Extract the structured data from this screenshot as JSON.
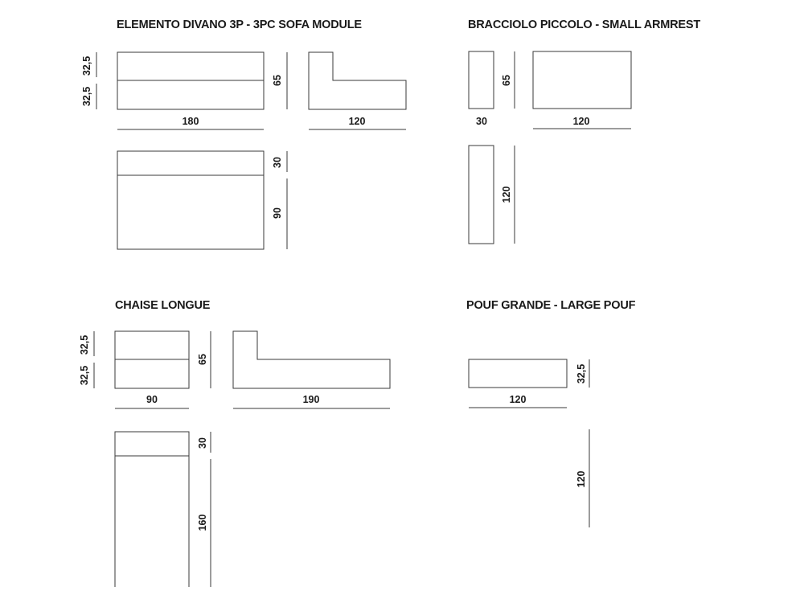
{
  "sections": {
    "sofa_module": {
      "title": "ELEMENTO DIVANO 3P - 3PC SOFA MODULE",
      "front": {
        "width": "180",
        "upper_height": "32,5",
        "lower_height": "32,5"
      },
      "side": {
        "height": "65",
        "depth": "120"
      },
      "top": {
        "back_depth": "30",
        "seat_depth": "90"
      }
    },
    "small_armrest": {
      "title": "BRACCIOLO PICCOLO - SMALL ARMREST",
      "front": {
        "width": "30",
        "height": "65"
      },
      "side": {
        "depth": "120"
      },
      "top": {
        "length": "120"
      }
    },
    "chaise_longue": {
      "title": "CHAISE LONGUE",
      "front": {
        "width": "90",
        "upper_height": "32,5",
        "lower_height": "32,5"
      },
      "side": {
        "height": "65",
        "depth": "190"
      },
      "top": {
        "back_depth": "30",
        "seat_depth": "160"
      }
    },
    "large_pouf": {
      "title": "POUF GRANDE - LARGE POUF",
      "front": {
        "width": "120",
        "height": "32,5"
      },
      "top": {
        "depth": "120"
      }
    }
  },
  "colors": {
    "line": "#3a3a3a",
    "text": "#1a1a1a",
    "background": "#ffffff"
  }
}
